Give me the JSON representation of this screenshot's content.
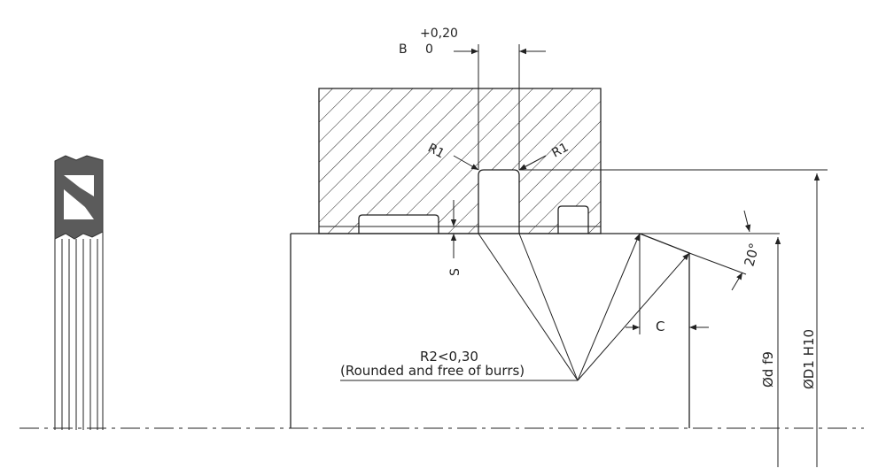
{
  "tolerance": {
    "upper": "+0,20",
    "letter": "B",
    "lower": "0"
  },
  "radius_left": "R1",
  "radius_right": "R1",
  "s_label": "S",
  "r2_label": "R2<0,30",
  "r2_note": "(Rounded and free of burrs)",
  "c_label": "C",
  "angle_label": "20°",
  "d_label": "Ød f9",
  "D1_label": "ØD1 H10"
}
